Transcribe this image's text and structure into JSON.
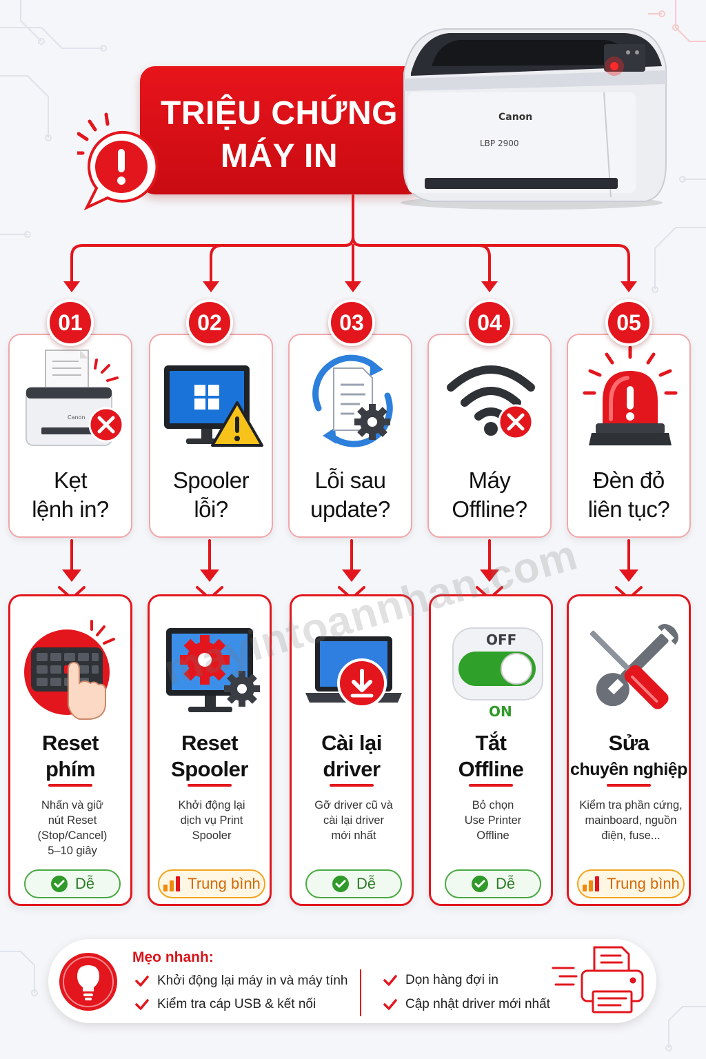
{
  "title": {
    "line1": "TRIỆU CHỨNG",
    "line2": "MÁY IN"
  },
  "printer": {
    "brand": "Canon",
    "model": "LBP 2900"
  },
  "colors": {
    "accent": "#e3161d",
    "easy": "#49a942",
    "medium": "#f3a51c"
  },
  "columns": [
    {
      "number": "01",
      "symptom": {
        "line1": "Kẹt",
        "line2": "lệnh in?",
        "icon": "printer-error-icon"
      },
      "fix": {
        "line1": "Reset",
        "line2": "phím",
        "icon": "keypad-press-icon",
        "desc": [
          "Nhấn và giữ",
          "nút Reset",
          "(Stop/Cancel)",
          "5–10 giây"
        ],
        "difficulty": "Dễ",
        "level": "easy"
      }
    },
    {
      "number": "02",
      "symptom": {
        "line1": "Spooler",
        "line2": "lỗi?",
        "icon": "monitor-warning-icon"
      },
      "fix": {
        "line1": "Reset",
        "line2": "Spooler",
        "icon": "monitor-gear-icon",
        "desc": [
          "Khởi động lại",
          "dịch vụ Print",
          "Spooler"
        ],
        "difficulty": "Trung bình",
        "level": "medium"
      }
    },
    {
      "number": "03",
      "symptom": {
        "line1": "Lỗi sau",
        "line2": "update?",
        "icon": "document-sync-icon"
      },
      "fix": {
        "line1": "Cài lại",
        "line2": "driver",
        "icon": "laptop-download-icon",
        "desc": [
          "Gỡ driver cũ và",
          "cài lại driver",
          "mới nhất"
        ],
        "difficulty": "Dễ",
        "level": "easy"
      }
    },
    {
      "number": "04",
      "symptom": {
        "line1": "Máy",
        "line2": "Offline?",
        "icon": "wifi-error-icon"
      },
      "fix": {
        "line1": "Tắt",
        "line2": "Offline",
        "icon": "toggle-switch-icon",
        "toggle_off": "OFF",
        "toggle_on": "ON",
        "desc": [
          "Bỏ chọn",
          "Use Printer",
          "Offline"
        ],
        "difficulty": "Dễ",
        "level": "easy"
      }
    },
    {
      "number": "05",
      "symptom": {
        "line1": "Đèn đỏ",
        "line2": "liên tục?",
        "icon": "alarm-light-icon"
      },
      "fix": {
        "line1": "Sửa",
        "line2": "chuyên nghiệp",
        "icon": "tools-icon",
        "desc": [
          "Kiểm tra phần cứng,",
          "mainboard, nguồn",
          "điện, fuse..."
        ],
        "difficulty": "Trung bình",
        "level": "medium"
      }
    }
  ],
  "tips": {
    "heading": "Mẹo nhanh:",
    "items": [
      "Khởi động lại máy in và máy tính",
      "Kiểm tra cáp USB & kết nối",
      "Dọn hàng đợi in",
      "Cập nhật driver mới nhất"
    ]
  },
  "watermark": "mayintoannhan.com"
}
